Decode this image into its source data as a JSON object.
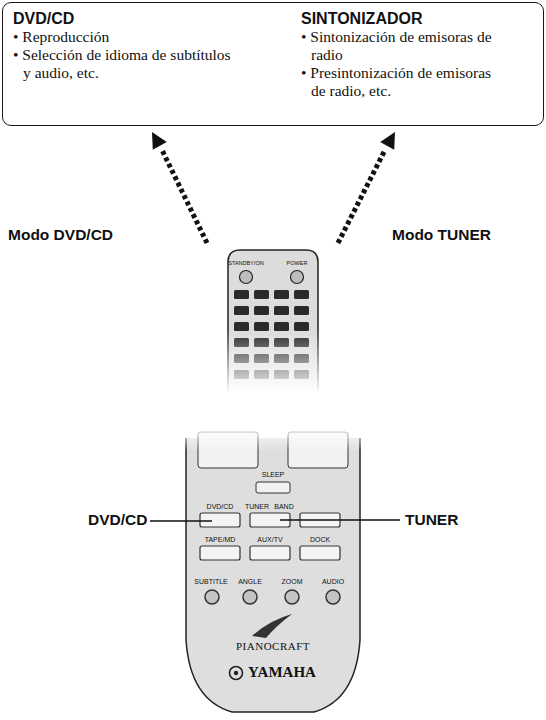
{
  "diagram": {
    "nodes": [
      {
        "text": [
          "DVD/CD",
          "• Reproducción",
          "• Selección de idioma de subtítulos y audio, etc.",
          "SINTONIZADOR",
          "• Sintonización de emisoras de radio",
          "• Presintonización de emisoras de radio, etc."
        ]
      }
    ],
    "labels": [
      "Modo DVD/CD",
      "Modo TUNER",
      "STANDBY/ON",
      "POWER",
      "SLEEP",
      "DVD/CD",
      "TUNER",
      "BAND",
      "TAPE/MD",
      "AUX/TV",
      "DOCK",
      "SUBTITLE",
      "ANGLE",
      "ZOOM",
      "AUDIO",
      "PIANOCRAFT",
      "YAMAHA",
      "DVD/CD",
      "TUNER"
    ]
  }
}
